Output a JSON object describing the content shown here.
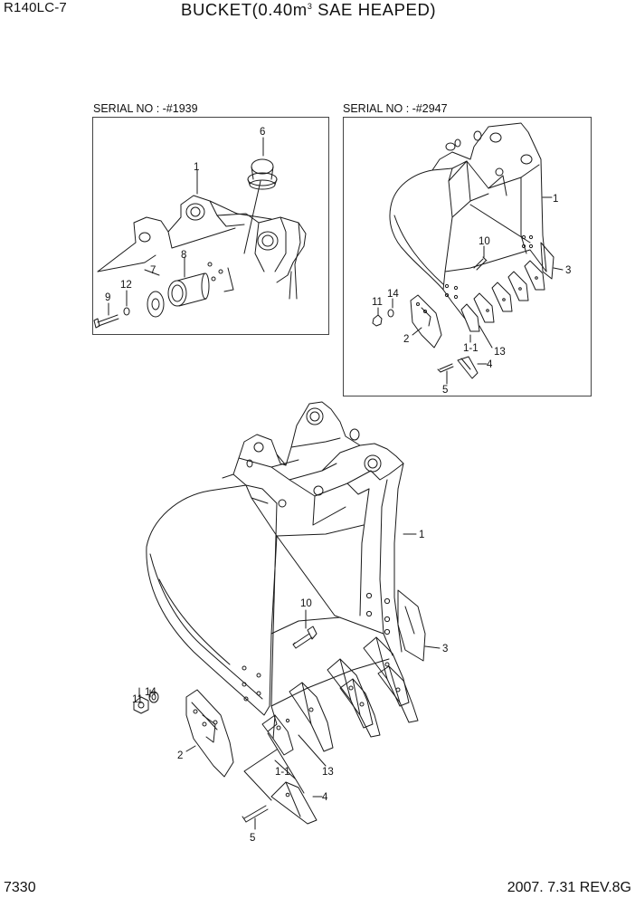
{
  "header": {
    "model": "R140LC-7",
    "title_main": "BUCKET(0.40m",
    "title_sup": "3",
    "title_tail": " SAE HEAPED)"
  },
  "footer": {
    "page_number": "7330",
    "revision": "2007. 7.31  REV.8G"
  },
  "inset_left": {
    "serial": "SERIAL NO : -#1939",
    "labels": {
      "p1": "1",
      "p6": "6",
      "p7": "7",
      "p8": "8",
      "p9": "9",
      "p12": "12"
    }
  },
  "inset_right": {
    "serial": "SERIAL NO : -#2947",
    "labels": {
      "p1": "1",
      "p2": "2",
      "p3": "3",
      "p4": "4",
      "p5": "5",
      "p10": "10",
      "p11": "11",
      "p14": "14",
      "p1_1": "1-1",
      "p13": "13"
    }
  },
  "main_view": {
    "labels": {
      "p1": "1",
      "p2": "2",
      "p3": "3",
      "p4": "4",
      "p5": "5",
      "p10": "10",
      "p11": "11",
      "p14": "14",
      "p1_1": "1-1",
      "p13": "13"
    }
  }
}
